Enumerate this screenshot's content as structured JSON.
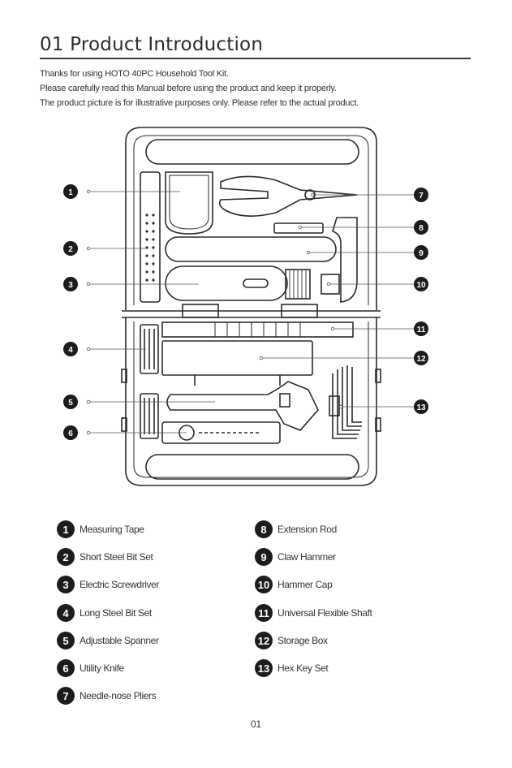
{
  "header": {
    "title": "01 Product Introduction"
  },
  "intro": [
    "Thanks for using HOTO 40PC Household Tool Kit.",
    "Please carefully read this Manual before using the product and keep it properly.",
    "The product picture is for illustrative purposes only. Please refer to the actual product."
  ],
  "callouts": [
    "1",
    "2",
    "3",
    "4",
    "5",
    "6",
    "7",
    "8",
    "9",
    "10",
    "11",
    "12",
    "13"
  ],
  "legend": [
    {
      "num": "1",
      "label": "Measuring Tape"
    },
    {
      "num": "2",
      "label": "Short Steel Bit Set"
    },
    {
      "num": "3",
      "label": "Electric Screwdriver"
    },
    {
      "num": "4",
      "label": "Long Steel Bit Set"
    },
    {
      "num": "5",
      "label": "Adjustable Spanner"
    },
    {
      "num": "6",
      "label": "Utility Knife"
    },
    {
      "num": "7",
      "label": "Needle-nose Pliers"
    },
    {
      "num": "8",
      "label": "Extension Rod"
    },
    {
      "num": "9",
      "label": "Claw Hammer"
    },
    {
      "num": "10",
      "label": "Hammer Cap"
    },
    {
      "num": "11",
      "label": "Universal Flexible Shaft"
    },
    {
      "num": "12",
      "label": "Storage Box"
    },
    {
      "num": "13",
      "label": "Hex Key Set"
    }
  ],
  "footer": {
    "page_number": "01"
  }
}
